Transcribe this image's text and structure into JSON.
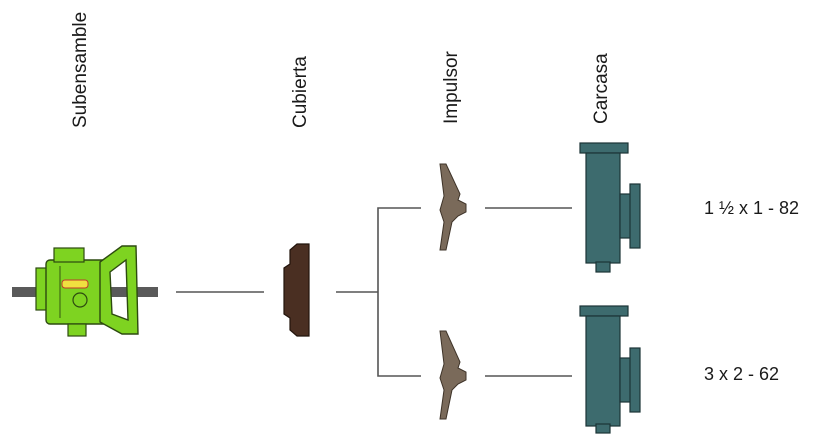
{
  "columns": {
    "subassembly": "Subensamble",
    "cover": "Cubierta",
    "impeller": "Impulsor",
    "casing": "Carcasa"
  },
  "configurations": [
    {
      "size": "1 ½ x 1 - 82"
    },
    {
      "size": "3 x 2 - 62"
    }
  ],
  "colors": {
    "subassembly": "#7ed321",
    "cover": "#4a2f22",
    "impeller": "#7a6a5a",
    "casing": "#3d6b6e",
    "connector": "#555555"
  }
}
